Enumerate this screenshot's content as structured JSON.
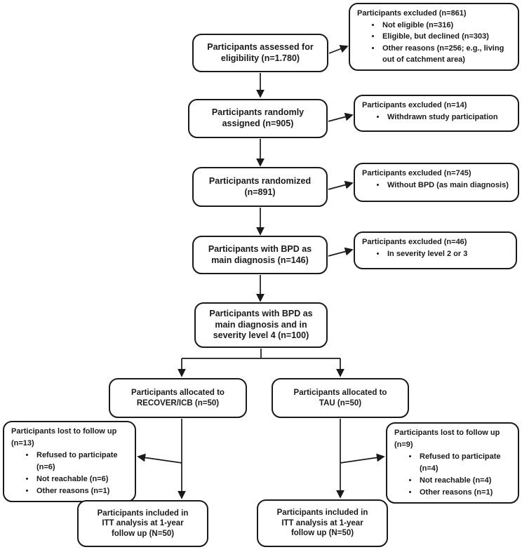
{
  "flow": {
    "assessed": "Participants assessed for\neligibility (n=1.780)",
    "assigned": "Participants randomly\nassigned (n=905)",
    "randomized": "Participants randomized\n(n=891)",
    "bpd_diagnosis": "Participants with BPD as\nmain diagnosis (n=146)",
    "severity4": "Participants with BPD as\nmain diagnosis and in\nseverity level 4 (n=100)",
    "alloc_recover": "Participants allocated to\nRECOVER/ICB (n=50)",
    "alloc_tau": "Participants allocated to\nTAU (n=50)",
    "itt_left": "Participants included in\nITT analysis at 1-year\nfollow up (N=50)",
    "itt_right": "Participants included in\nITT analysis at 1-year\nfollow up (N=50)"
  },
  "excluded": [
    {
      "title": "Participants excluded (n=861)",
      "bullets": [
        "Not eligible (n=316)",
        "Eligible, but declined (n=303)",
        "Other reasons (n=256; e.g., living\nout of catchment area)"
      ]
    },
    {
      "title": "Participants excluded (n=14)",
      "bullets": [
        "Withdrawn study participation"
      ]
    },
    {
      "title": "Participants excluded (n=745)",
      "bullets": [
        "Without BPD (as main diagnosis)"
      ]
    },
    {
      "title": "Participants excluded (n=46)",
      "bullets": [
        "In severity level 2 or 3"
      ]
    }
  ],
  "lost_to_follow_up": [
    {
      "title": "Participants lost to follow up\n(n=13)",
      "bullets": [
        "Refused to participate (n=6)",
        "Not reachable (n=6)",
        "Other reasons (n=1)"
      ]
    },
    {
      "title": "Participants lost to follow up\n(n=9)",
      "bullets": [
        "Refused to participate (n=4)",
        "Not reachable (n=4)",
        "Other reasons (n=1)"
      ]
    }
  ],
  "colors": {
    "ink": "#1a1a1a",
    "background": "#ffffff"
  }
}
